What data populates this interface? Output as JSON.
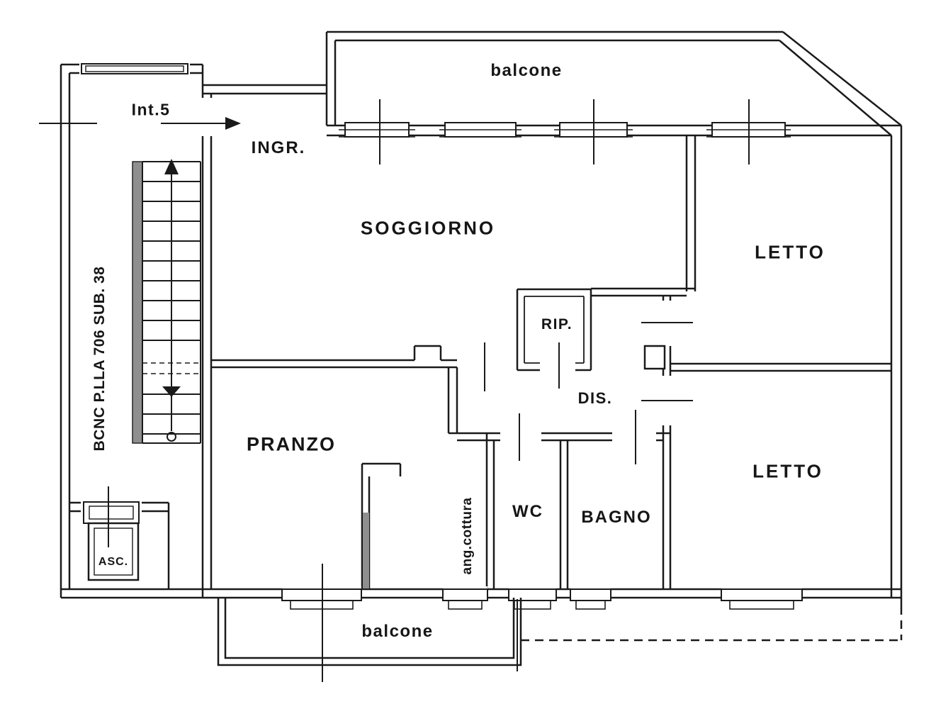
{
  "drawing": {
    "type": "floor-plan",
    "colors": {
      "line": "#1a1a1a",
      "background": "#ffffff",
      "stair_hatch": "#8f8f8f"
    },
    "labels": {
      "balcony_top": "balcone",
      "unit": "Int.5",
      "entrance": "INGR.",
      "living_room": "SOGGIORNO",
      "bedroom_top": "LETTO",
      "storage": "RIP.",
      "hallway": "DIS.",
      "dining_room": "PRANZO",
      "kitchenette": "ang.cottura",
      "wc": "WC",
      "bathroom": "BAGNO",
      "bedroom_bottom": "LETTO",
      "elevator": "ASC.",
      "balcony_bottom": "balcone",
      "cadastral_note": "BCNC P.LLA 706 SUB. 38"
    }
  }
}
